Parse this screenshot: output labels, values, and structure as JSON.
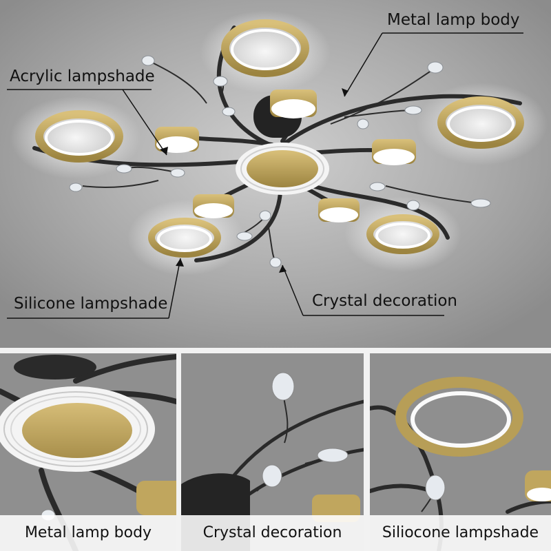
{
  "callouts": {
    "metal_lamp_body": "Metal lamp body",
    "acrylic_lampshade": "Acrylic lampshade",
    "silicone_lampshade": "Silicone lampshade",
    "crystal_decoration": "Crystal decoration"
  },
  "panels": [
    {
      "caption": "Metal lamp body"
    },
    {
      "caption": "Crystal decoration"
    },
    {
      "caption": "Siliocone lampshade"
    }
  ],
  "colors": {
    "gold": "#b8a05a",
    "arm": "#2b2b2b",
    "ceiling": "#9a9a9a",
    "glow": "#ffffff"
  }
}
